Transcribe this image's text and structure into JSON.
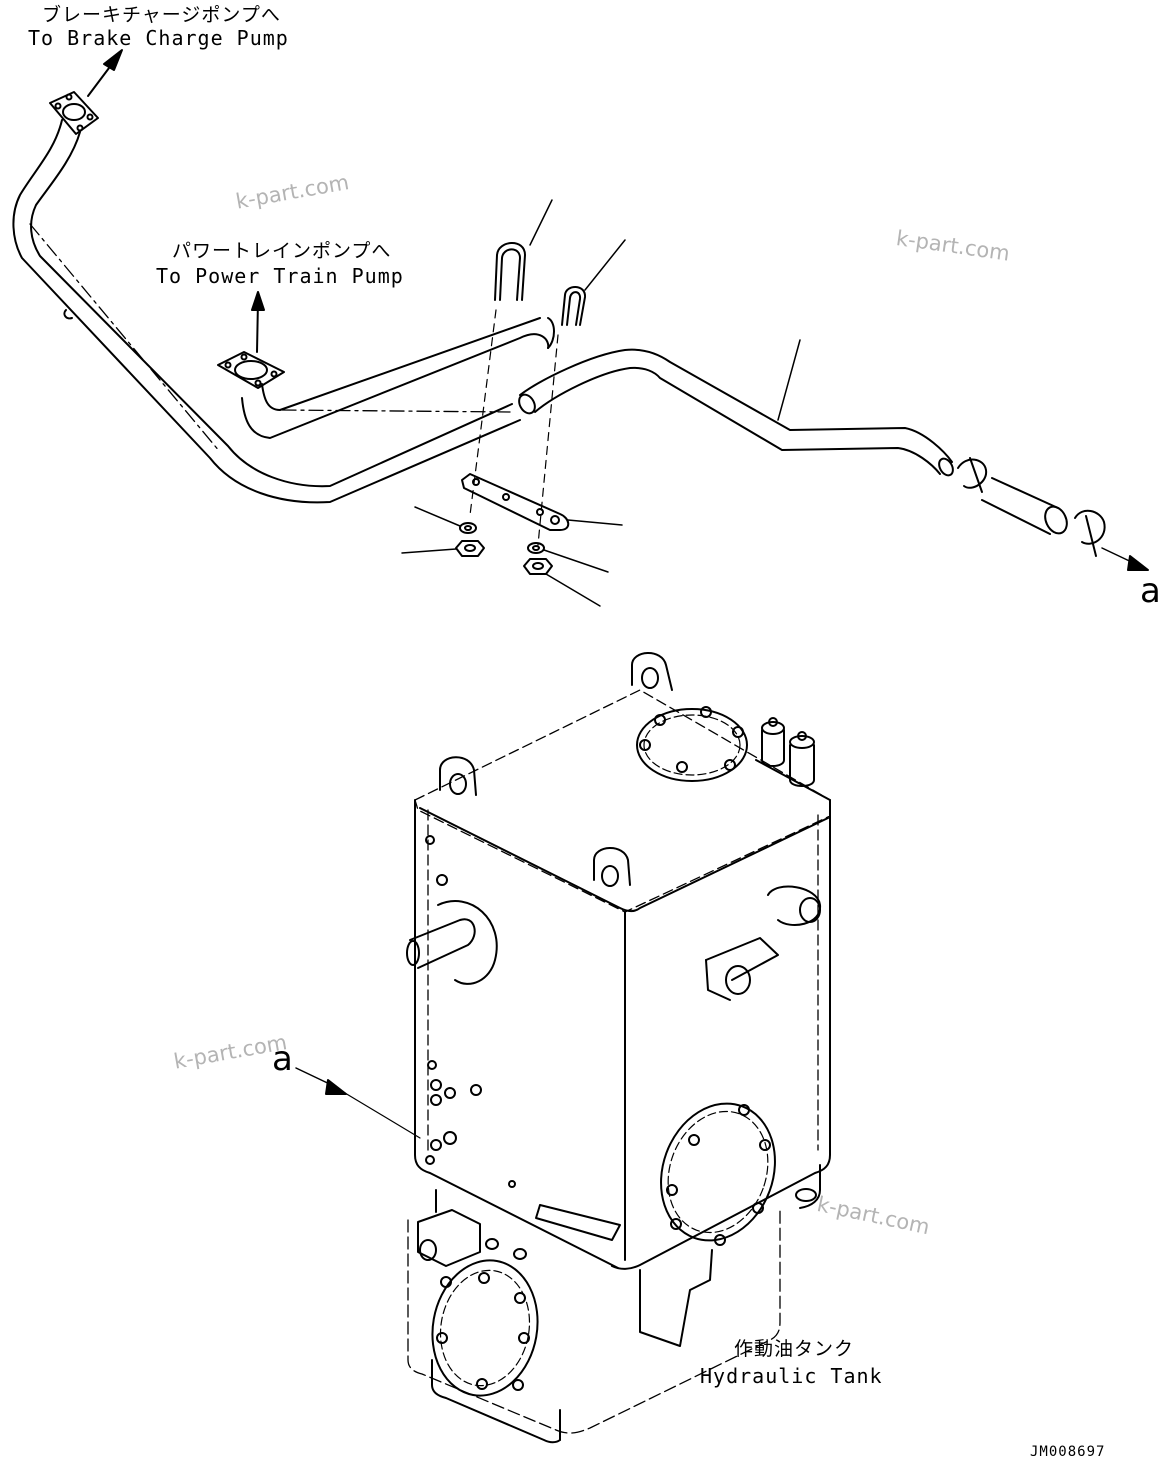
{
  "labels": {
    "brake_charge_pump_ja": "ブレーキチャージポンプへ",
    "brake_charge_pump_en": "To Brake Charge Pump",
    "power_train_pump_ja": "パワートレインポンプへ",
    "power_train_pump_en": "To Power Train Pump",
    "hydraulic_tank_ja": "作動油タンク",
    "hydraulic_tank_en": "Hydraulic Tank"
  },
  "callouts": {
    "connection_top": "a",
    "connection_bottom": "a"
  },
  "watermarks": [
    "k-part.com",
    "k-part.com",
    "k-part.com",
    "k-part.com"
  ],
  "drawing_code": "JM008697",
  "colors": {
    "line": "#000000",
    "watermark": "#b4b4b4",
    "background": "#ffffff"
  }
}
